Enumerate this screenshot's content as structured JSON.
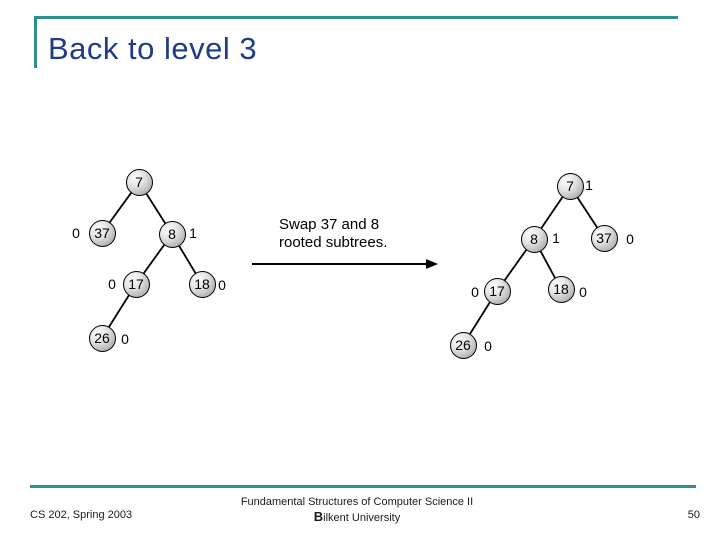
{
  "title": "Back to level 3",
  "annotation": {
    "line1": "Swap 37 and 8",
    "line2": "rooted subtrees."
  },
  "trees": {
    "left": {
      "description": "tree before swap",
      "nodes": [
        {
          "value": "7",
          "bf": ""
        },
        {
          "value": "37",
          "bf": "0"
        },
        {
          "value": "8",
          "bf": "1"
        },
        {
          "value": "17",
          "bf": "0"
        },
        {
          "value": "18",
          "bf": "0"
        },
        {
          "value": "26",
          "bf": "0"
        }
      ]
    },
    "right": {
      "description": "tree after swap",
      "nodes": [
        {
          "value": "7",
          "bf": "1"
        },
        {
          "value": "8",
          "bf": "1"
        },
        {
          "value": "37",
          "bf": "0"
        },
        {
          "value": "17",
          "bf": "0"
        },
        {
          "value": "18",
          "bf": "0"
        },
        {
          "value": "26",
          "bf": "0"
        }
      ]
    }
  },
  "footer": {
    "course": "CS 202, Spring 2003",
    "center_line1": "Fundamental Structures of Computer Science II",
    "center_line2": "Bilkent University",
    "page_number": "50"
  },
  "colors": {
    "accent_teal": "#2e8f8f",
    "title_blue": "#1e3c87",
    "node_gray": "#8f8f8f"
  }
}
